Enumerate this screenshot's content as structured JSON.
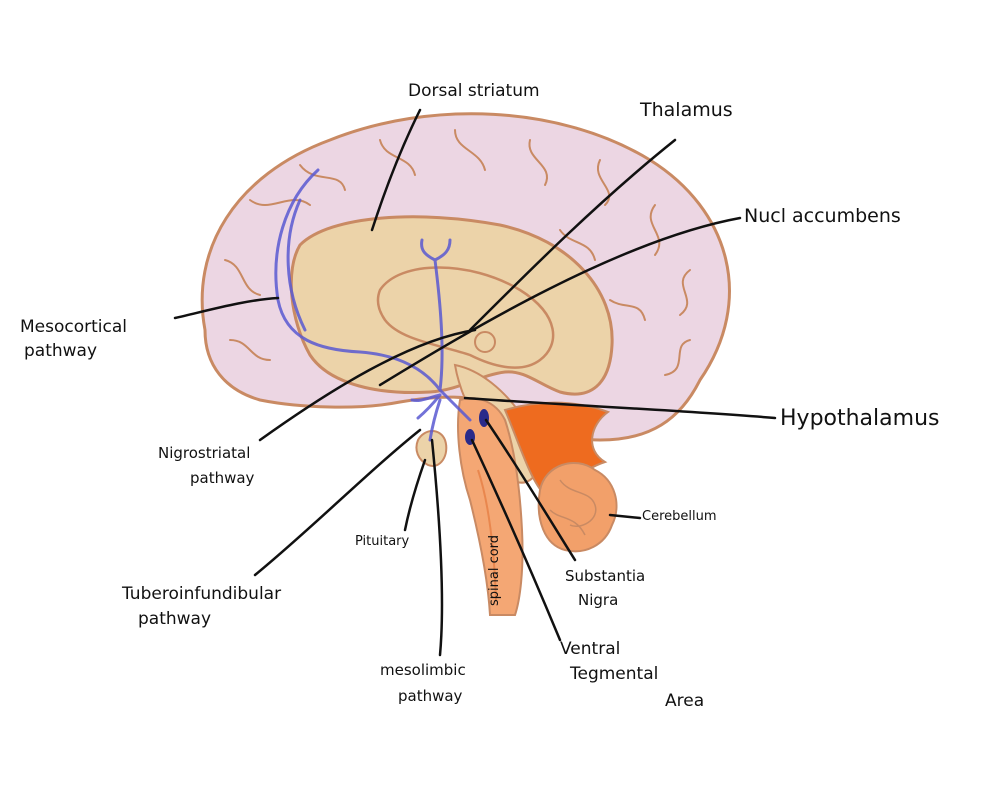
{
  "labels": {
    "dorsal_striatum": "Dorsal striatum",
    "thalamus": "Thalamus",
    "nucl_accumbens": "Nucl accumbens",
    "mesocortical_1": "Mesocortical",
    "mesocortical_2": "pathway",
    "nigrostriatal_1": "Nigrostriatal",
    "nigrostriatal_2": "pathway",
    "hypothalamus": "Hypothalamus",
    "cerebellum": "Cerebellum",
    "pituitary": "Pituitary",
    "spinal_cord": "spinal cord",
    "substantia_1": "Substantia",
    "substantia_2": "Nigra",
    "tubero_1": "Tuberoinfundibular",
    "tubero_2": "pathway",
    "mesolimbic_1": "mesolimbic",
    "mesolimbic_2": "pathway",
    "vta_1": "Ventral",
    "vta_2": "Tegmental",
    "vta_3": "Area"
  },
  "colors": {
    "cortex_fill": "#ecd6e3",
    "cortex_outline": "#c98a63",
    "inner_fill": "#ecd3a9",
    "inner_outline": "#c98a63",
    "brainstem": "#f4a774",
    "brainstem_dark": "#e9874e",
    "cerebellum": "#f2a06a",
    "orange_region": "#ee6b1f",
    "pathway": "#5a5ad2",
    "leader": "#111111"
  }
}
